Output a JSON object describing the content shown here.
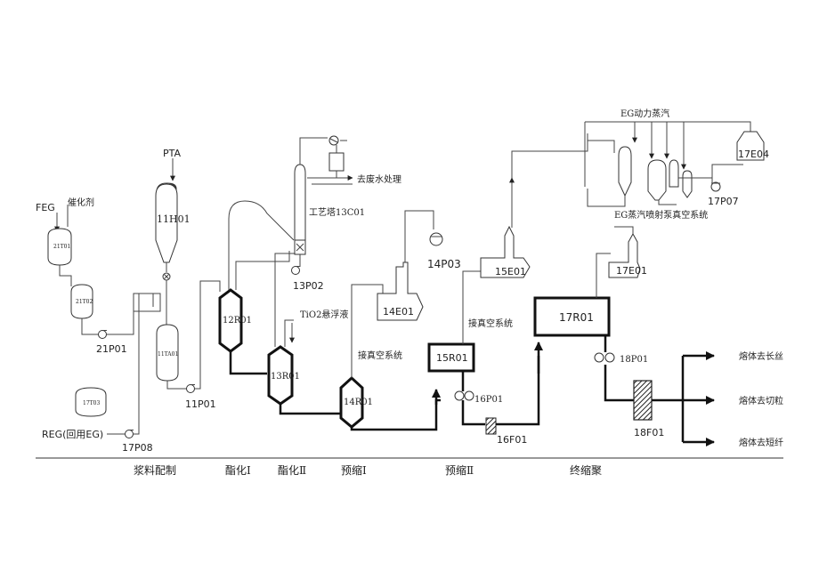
{
  "inputs": {
    "feg": "FEG",
    "catalyst": "催化剂",
    "pta": "PTA",
    "reg": "REG(回用EG)",
    "tio2": "TiO2悬浮液",
    "eg_steam": "EG动力蒸汽"
  },
  "equipment": {
    "t21t01": "21T01",
    "t21t02": "21T02",
    "p21p01": "21P01",
    "h11h01": "11H01",
    "ta11ta01": "11TA01",
    "p11p01": "11P01",
    "t17t03": "17T03",
    "p17p08": "17P08",
    "r12r01": "12R01",
    "r13r01": "13R01",
    "p13p02": "13P02",
    "c13c01": "工艺塔13C01",
    "r14r01": "14R01",
    "e14e01": "14E01",
    "p14p03": "14P03",
    "r15r01": "15R01",
    "p16p01": "16P01",
    "f16f01": "16F01",
    "e15e01": "15E01",
    "r17r01": "17R01",
    "p18p01": "18P01",
    "f18f01": "18F01",
    "e17e01": "17E01",
    "e17e04": "17E04",
    "p17p07": "17P07"
  },
  "annotations": {
    "waste_water": "去废水处理",
    "vacuum_1": "接真空系统",
    "vacuum_2": "接真空系统",
    "eg_ejector": "EG蒸汽喷射泵真空系统",
    "melt_long": "熔体去长丝",
    "melt_chip": "熔体去切粒",
    "melt_staple": "熔体去短纤"
  },
  "stages": {
    "slurry": "浆料配制",
    "ester1": "酯化Ⅰ",
    "ester2": "酯化Ⅱ",
    "precond1": "预缩Ⅰ",
    "precond2": "预缩Ⅱ",
    "final": "终缩聚"
  }
}
